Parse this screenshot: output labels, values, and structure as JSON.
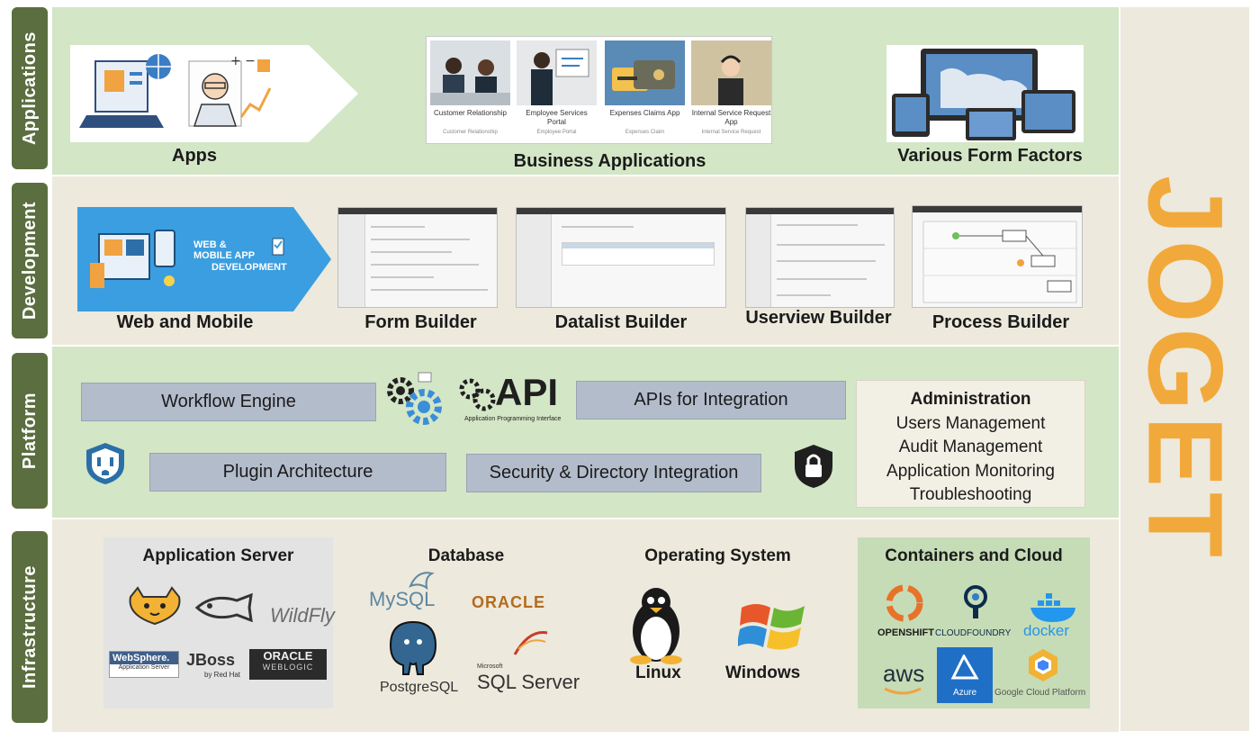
{
  "side_tabs": [
    "Applications",
    "Development",
    "Platform",
    "Infrastructure"
  ],
  "brand": "JOGET",
  "applications": {
    "apps_caption": "Apps",
    "business_caption": "Business Applications",
    "form_factors_caption": "Various Form Factors",
    "business_apps": [
      {
        "name": "Customer Relationship",
        "sub": "Customer Relationship"
      },
      {
        "name": "Employee Services Portal",
        "sub": "Employee Portal"
      },
      {
        "name": "Expenses Claims App",
        "sub": "Expenses Claim"
      },
      {
        "name": "Internal Service Request App",
        "sub": "Internal Service Request"
      }
    ]
  },
  "development": {
    "banner_text_1": "WEB &",
    "banner_text_2": "MOBILE APP",
    "banner_text_3": "DEVELOPMENT",
    "captions": [
      "Web and Mobile",
      "Form Builder",
      "Datalist Builder",
      "Userview Builder",
      "Process Builder"
    ]
  },
  "platform": {
    "workflow_engine": "Workflow Engine",
    "api_logo": "API",
    "api_logo_sub": "Application Programming Interface",
    "apis_integration": "APIs for Integration",
    "plugin_architecture": "Plugin Architecture",
    "security_directory": "Security & Directory Integration",
    "administration": {
      "title": "Administration",
      "items": [
        "Users Management",
        "Audit Management",
        "Application Monitoring",
        "Troubleshooting"
      ]
    }
  },
  "infrastructure": {
    "app_server": {
      "title": "Application Server",
      "logos": [
        "WildFly",
        "WebSphere.",
        "Application Server",
        "JBoss",
        "by Red Hat",
        "ORACLE",
        "WEBLOGIC"
      ]
    },
    "database": {
      "title": "Database",
      "logos": [
        "MySQL",
        "ORACLE",
        "PostgreSQL",
        "Microsoft",
        "SQL Server"
      ]
    },
    "os": {
      "title": "Operating System",
      "labels": [
        "Linux",
        "Windows"
      ]
    },
    "cloud": {
      "title": "Containers and Cloud",
      "logos": [
        "OPENSHIFT",
        "CLOUDFOUNDRY",
        "docker",
        "aws",
        "Azure",
        "Google Cloud Platform"
      ]
    }
  },
  "colors": {
    "side_tab": "#5b6e3f",
    "green_band": "#d3e6c6",
    "beige_band": "#ede9dc",
    "brand": "#f2a93b",
    "pill": "#b3bccb",
    "banner_blue": "#3b9ee0"
  }
}
